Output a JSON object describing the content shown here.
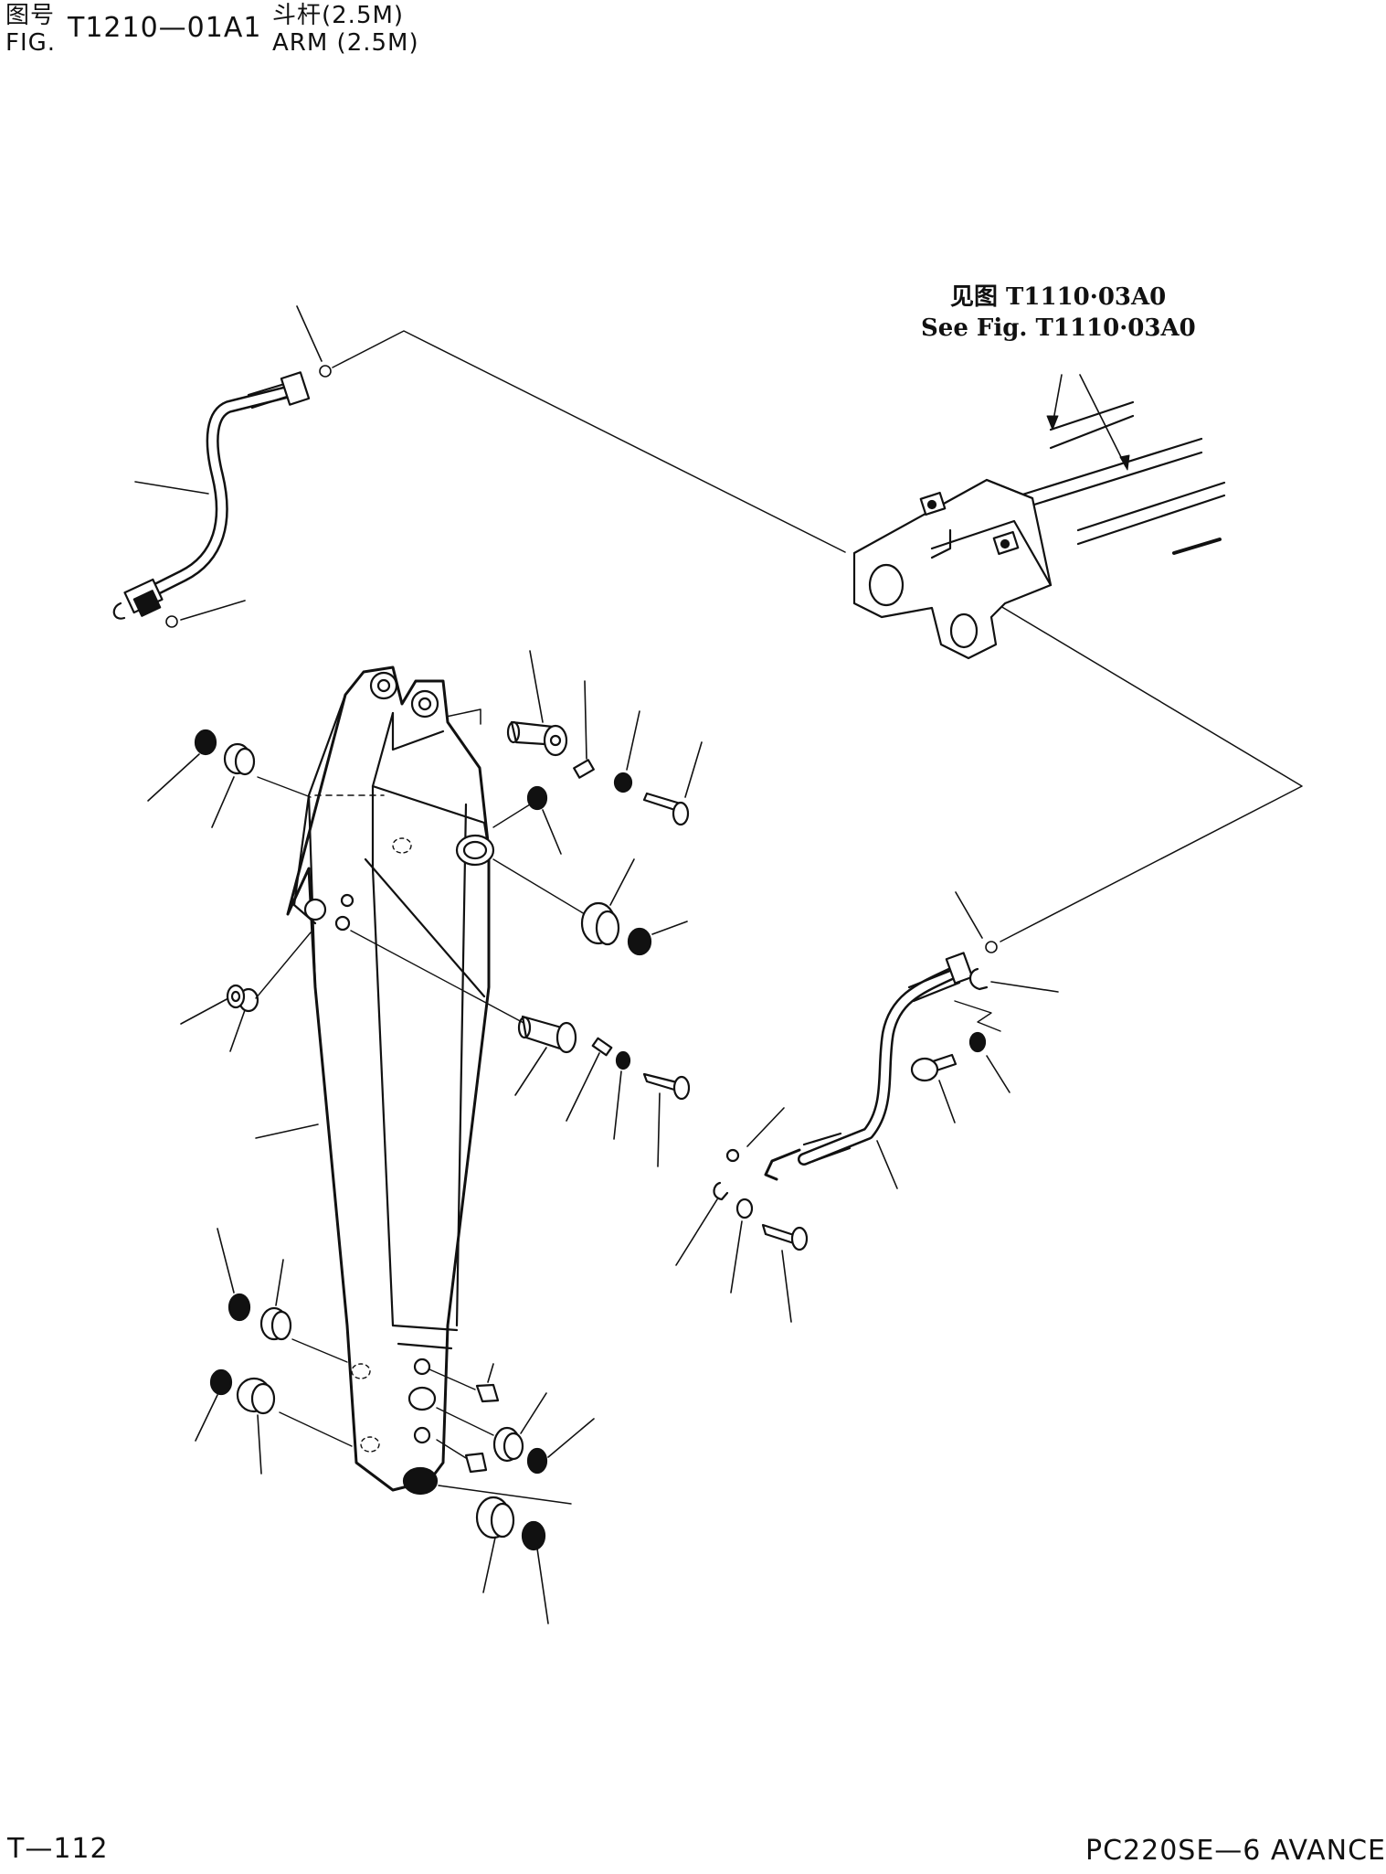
{
  "header": {
    "fig_label_cn": "图号",
    "fig_label_en": "FIG.",
    "fig_number": "T1210—01A1",
    "title_cn": "斗杆(2.5M)",
    "title_en": "ARM (2.5M)"
  },
  "reference": {
    "line_cn": "见图 T1110·03A0",
    "line_en": "See Fig. T1110·03A0"
  },
  "footer": {
    "page_number": "T—112",
    "model": "PC220SE—6 AVANCE"
  }
}
